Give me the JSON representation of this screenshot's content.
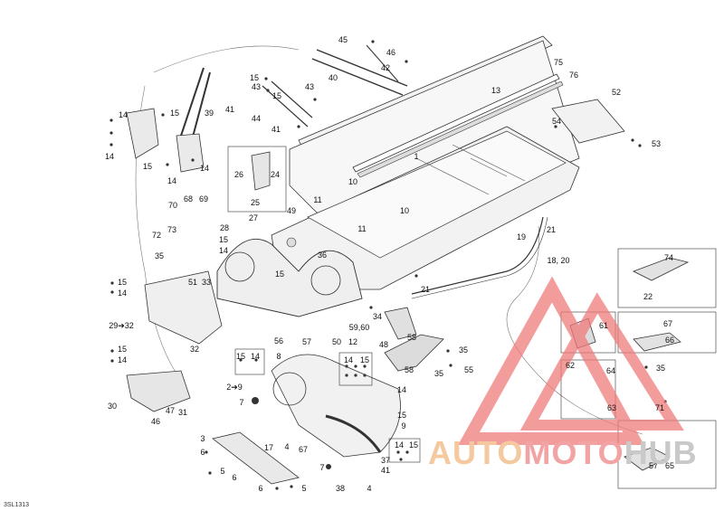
{
  "diagram_code": "3SL1313",
  "watermark": {
    "part1": "AUTO",
    "part2": "MOTO",
    "part3": "HUB"
  },
  "callouts": [
    {
      "id": "c45",
      "text": "45"
    },
    {
      "id": "c46",
      "text": "46"
    },
    {
      "id": "c42",
      "text": "42"
    },
    {
      "id": "c40",
      "text": "40"
    },
    {
      "id": "c15a",
      "text": "15"
    },
    {
      "id": "c43a",
      "text": "43"
    },
    {
      "id": "c15b",
      "text": "15"
    },
    {
      "id": "c43b",
      "text": "43"
    },
    {
      "id": "c41a",
      "text": "41"
    },
    {
      "id": "c44",
      "text": "44"
    },
    {
      "id": "c41b",
      "text": "41"
    },
    {
      "id": "c13",
      "text": "13"
    },
    {
      "id": "c75",
      "text": "75"
    },
    {
      "id": "c76",
      "text": "76"
    },
    {
      "id": "c52",
      "text": "52"
    },
    {
      "id": "c54",
      "text": "54"
    },
    {
      "id": "c53",
      "text": "53"
    },
    {
      "id": "c39",
      "text": "39"
    },
    {
      "id": "c14a",
      "text": "14"
    },
    {
      "id": "c15c",
      "text": "15"
    },
    {
      "id": "c14b",
      "text": "14"
    },
    {
      "id": "c15d",
      "text": "15"
    },
    {
      "id": "c14c",
      "text": "14"
    },
    {
      "id": "c14d",
      "text": "14"
    },
    {
      "id": "c26",
      "text": "26"
    },
    {
      "id": "c24",
      "text": "24"
    },
    {
      "id": "c25",
      "text": "25"
    },
    {
      "id": "c1",
      "text": "1"
    },
    {
      "id": "c10a",
      "text": "10"
    },
    {
      "id": "c11a",
      "text": "11"
    },
    {
      "id": "c10b",
      "text": "10"
    },
    {
      "id": "c11b",
      "text": "11"
    },
    {
      "id": "c21a",
      "text": "21"
    },
    {
      "id": "c19",
      "text": "19"
    },
    {
      "id": "c1820",
      "text": "18, 20"
    },
    {
      "id": "c68",
      "text": "68"
    },
    {
      "id": "c69",
      "text": "69"
    },
    {
      "id": "c70",
      "text": "70"
    },
    {
      "id": "c49",
      "text": "49"
    },
    {
      "id": "c27",
      "text": "27"
    },
    {
      "id": "c28",
      "text": "28"
    },
    {
      "id": "c72",
      "text": "72"
    },
    {
      "id": "c73",
      "text": "73"
    },
    {
      "id": "c15e",
      "text": "15"
    },
    {
      "id": "c14e",
      "text": "14"
    },
    {
      "id": "c35a",
      "text": "35"
    },
    {
      "id": "c36",
      "text": "36"
    },
    {
      "id": "c15f",
      "text": "15"
    },
    {
      "id": "c15g",
      "text": "15"
    },
    {
      "id": "c14f",
      "text": "14"
    },
    {
      "id": "c51",
      "text": "51"
    },
    {
      "id": "c33",
      "text": "33"
    },
    {
      "id": "c21b",
      "text": "21"
    },
    {
      "id": "c2932",
      "text": "29➔32"
    },
    {
      "id": "c34",
      "text": "34"
    },
    {
      "id": "c5960",
      "text": "59,60"
    },
    {
      "id": "c56",
      "text": "56"
    },
    {
      "id": "c57a",
      "text": "57"
    },
    {
      "id": "c50",
      "text": "50"
    },
    {
      "id": "c12",
      "text": "12"
    },
    {
      "id": "c32",
      "text": "32"
    },
    {
      "id": "c58a",
      "text": "58"
    },
    {
      "id": "c48",
      "text": "48"
    },
    {
      "id": "c35b",
      "text": "35"
    },
    {
      "id": "c55",
      "text": "55"
    },
    {
      "id": "c58b",
      "text": "58"
    },
    {
      "id": "c35c",
      "text": "35"
    },
    {
      "id": "c15h",
      "text": "15"
    },
    {
      "id": "c14g",
      "text": "14"
    },
    {
      "id": "c15i",
      "text": "15"
    },
    {
      "id": "c14h",
      "text": "14"
    },
    {
      "id": "c8",
      "text": "8"
    },
    {
      "id": "c14i",
      "text": "14"
    },
    {
      "id": "c15j",
      "text": "15"
    },
    {
      "id": "c29",
      "text": "2➔9"
    },
    {
      "id": "c14j",
      "text": "14"
    },
    {
      "id": "c30",
      "text": "30"
    },
    {
      "id": "c47",
      "text": "47"
    },
    {
      "id": "c31",
      "text": "31"
    },
    {
      "id": "c46b",
      "text": "46"
    },
    {
      "id": "c7a",
      "text": "7"
    },
    {
      "id": "c15k",
      "text": "15"
    },
    {
      "id": "c9",
      "text": "9"
    },
    {
      "id": "c3",
      "text": "3"
    },
    {
      "id": "c17",
      "text": "17"
    },
    {
      "id": "c4a",
      "text": "4"
    },
    {
      "id": "c67a",
      "text": "67"
    },
    {
      "id": "c6a",
      "text": "6"
    },
    {
      "id": "c5a",
      "text": "5"
    },
    {
      "id": "c6b",
      "text": "6"
    },
    {
      "id": "c7b",
      "text": "7"
    },
    {
      "id": "c14k",
      "text": "14"
    },
    {
      "id": "c15l",
      "text": "15"
    },
    {
      "id": "c37",
      "text": "37"
    },
    {
      "id": "c41c",
      "text": "41"
    },
    {
      "id": "c6c",
      "text": "6"
    },
    {
      "id": "c5b",
      "text": "5"
    },
    {
      "id": "c38",
      "text": "38"
    },
    {
      "id": "c4b",
      "text": "4"
    },
    {
      "id": "c74",
      "text": "74"
    },
    {
      "id": "c22",
      "text": "22"
    },
    {
      "id": "c61",
      "text": "61"
    },
    {
      "id": "c67b",
      "text": "67"
    },
    {
      "id": "c66",
      "text": "66"
    },
    {
      "id": "c62",
      "text": "62"
    },
    {
      "id": "c64",
      "text": "64"
    },
    {
      "id": "c35d",
      "text": "35"
    },
    {
      "id": "c63",
      "text": "63"
    },
    {
      "id": "c71",
      "text": "71"
    },
    {
      "id": "c57b",
      "text": "57"
    },
    {
      "id": "c65",
      "text": "65"
    }
  ],
  "colors": {
    "line": "#2b2b2b",
    "light_line": "#9a9a9a",
    "part_fill": "#eeeeee",
    "dark_part": "#3a3a3a",
    "watermark_red": "#f07b7b",
    "watermark_orange": "#f4c9a0",
    "watermark_gray": "#c9c9c9"
  }
}
